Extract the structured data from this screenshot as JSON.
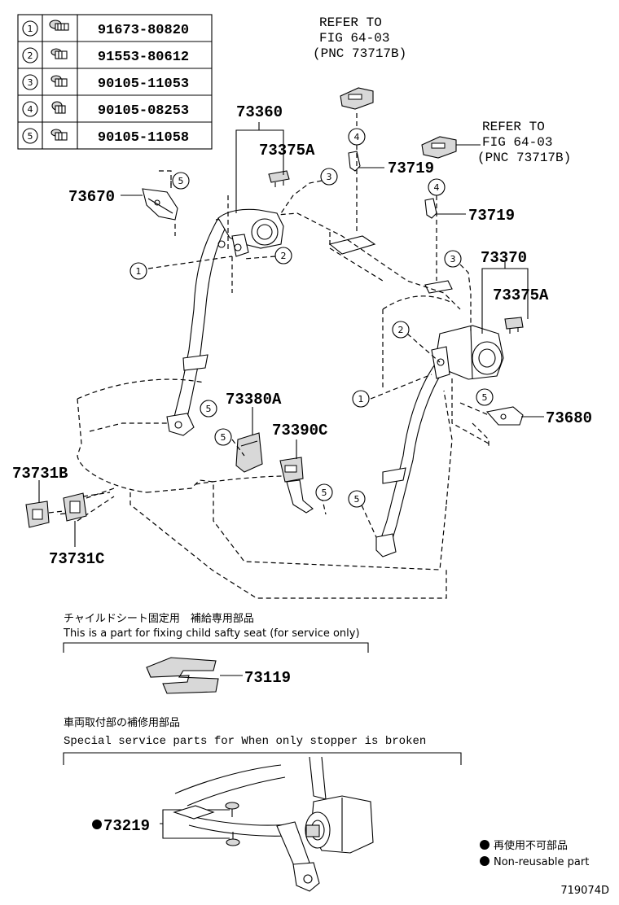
{
  "fastener_table": [
    {
      "index": "1",
      "part_no": "91673-80820"
    },
    {
      "index": "2",
      "part_no": "91553-80612"
    },
    {
      "index": "3",
      "part_no": "90105-11053"
    },
    {
      "index": "4",
      "part_no": "90105-08253"
    },
    {
      "index": "5",
      "part_no": "90105-11058"
    }
  ],
  "references": {
    "top": [
      "REFER TO",
      "FIG 64-03",
      "(PNC 73717B)"
    ],
    "right": [
      "REFER TO",
      "FIG 64-03",
      "(PNC 73717B)"
    ]
  },
  "labels": {
    "p73360": "73360",
    "p73375a_left": "73375A",
    "p73719_top": "73719",
    "p73719_right": "73719",
    "p73670": "73670",
    "p73370": "73370",
    "p73375a_right": "73375A",
    "p73380a": "73380A",
    "p73390c": "73390C",
    "p73680": "73680",
    "p73731b": "73731B",
    "p73731c": "73731C",
    "p73119": "73119",
    "p73219": "73219"
  },
  "callouts": {
    "c1": "1",
    "c2": "2",
    "c3": "3",
    "c4": "4",
    "c5": "5"
  },
  "child_seat_note": {
    "japanese": "チャイルドシート固定用　補給専用部品",
    "english": "This is a part for fixing child safty seat (for service only)"
  },
  "stopper_note": {
    "japanese": "車両取付部の補修用部品",
    "english": "Special service parts for When only stopper is broken"
  },
  "legend": {
    "japanese": "再使用不可部品",
    "english": "Non-reusable part"
  },
  "figure_code": "719074D"
}
